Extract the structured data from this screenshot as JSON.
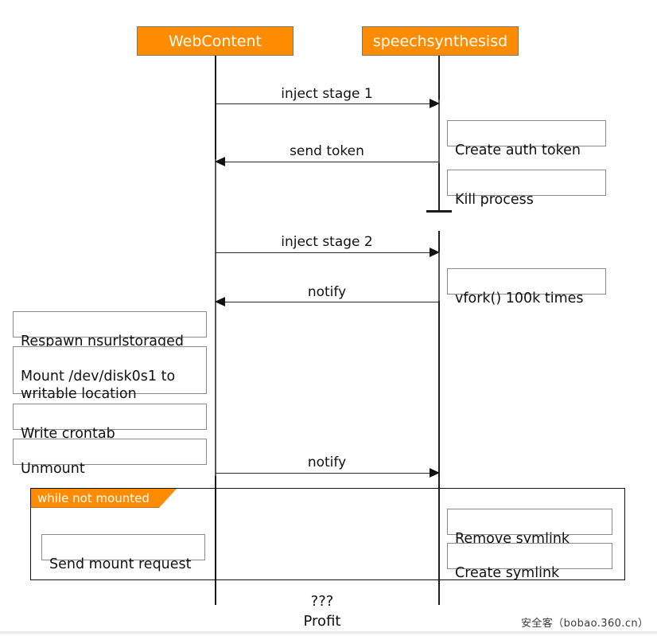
{
  "diagram": {
    "title": "speechsynthesisd exploit sequence",
    "accent_color": "#FF8C00",
    "line_color": "#111111",
    "participants": [
      {
        "id": "webcontent",
        "label": "WebContent"
      },
      {
        "id": "speechsynthesisd",
        "label": "speechsynthesisd"
      }
    ],
    "messages": [
      {
        "id": "m1",
        "label": "inject stage 1",
        "from": "webcontent",
        "to": "speechsynthesisd",
        "direction": "right"
      },
      {
        "id": "m2",
        "label": "send token",
        "from": "speechsynthesisd",
        "to": "webcontent",
        "direction": "left"
      },
      {
        "id": "m3",
        "label": "inject stage 2",
        "from": "webcontent",
        "to": "speechsynthesisd",
        "direction": "right"
      },
      {
        "id": "m4",
        "label": "notify",
        "from": "speechsynthesisd",
        "to": "webcontent",
        "direction": "left"
      },
      {
        "id": "m5",
        "label": "notify",
        "from": "webcontent",
        "to": "speechsynthesisd",
        "direction": "right"
      }
    ],
    "right_notes": [
      {
        "id": "n1",
        "label": "Create auth token"
      },
      {
        "id": "n2",
        "label": "Kill process"
      },
      {
        "id": "n3",
        "label": "vfork() 100k times"
      },
      {
        "id": "n4",
        "label": "Remove symlink"
      },
      {
        "id": "n5",
        "label": "Create symlink"
      }
    ],
    "left_notes": [
      {
        "id": "l1",
        "label": "Respawn nsurlstoraged"
      },
      {
        "id": "l2",
        "label": "Mount /dev/disk0s1 to\nwritable location"
      },
      {
        "id": "l3",
        "label": "Write crontab"
      },
      {
        "id": "l4",
        "label": "Unmount"
      },
      {
        "id": "l5",
        "label": "Send mount request"
      }
    ],
    "fragments": [
      {
        "id": "f1",
        "label": "while not mounted"
      },
      {
        "id": "f2",
        "label": ""
      }
    ],
    "footer": {
      "unknown": "???",
      "profit": "Profit",
      "watermark": "安全客（bobao.360.cn）"
    }
  }
}
